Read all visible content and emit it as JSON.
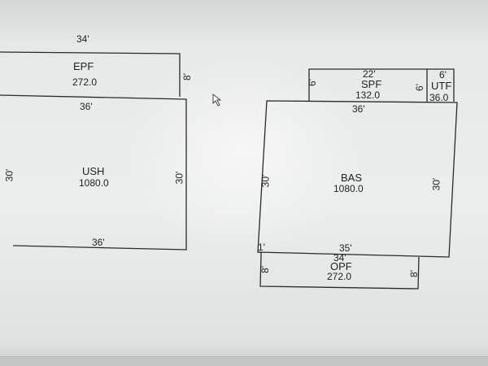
{
  "sketch": {
    "left": {
      "epf": {
        "name": "EPF",
        "area": "272.0",
        "top_dim": "34'",
        "right_dim": "8'"
      },
      "ush": {
        "name": "USH",
        "area": "1080.0",
        "top_dim": "36'",
        "bottom_dim": "36'",
        "left_dim": "30'",
        "right_dim": "30'"
      }
    },
    "right": {
      "spf": {
        "name": "SPF",
        "area": "132.0",
        "top_dim": "22'",
        "left_dim": "6'",
        "right_dim": "6'"
      },
      "utf": {
        "name": "UTF",
        "area": "36.0",
        "top_dim": "6'"
      },
      "bas": {
        "name": "BAS",
        "area": "1080.0",
        "top_dim": "36'",
        "bottom_dim": "35'",
        "left_dim": "30'",
        "right_dim": "30'",
        "corner_dim": "1'"
      },
      "opf": {
        "name": "OPF",
        "area": "272.0",
        "top_dim": "34'",
        "left_dim": "8'",
        "right_dim": "8'"
      }
    }
  }
}
